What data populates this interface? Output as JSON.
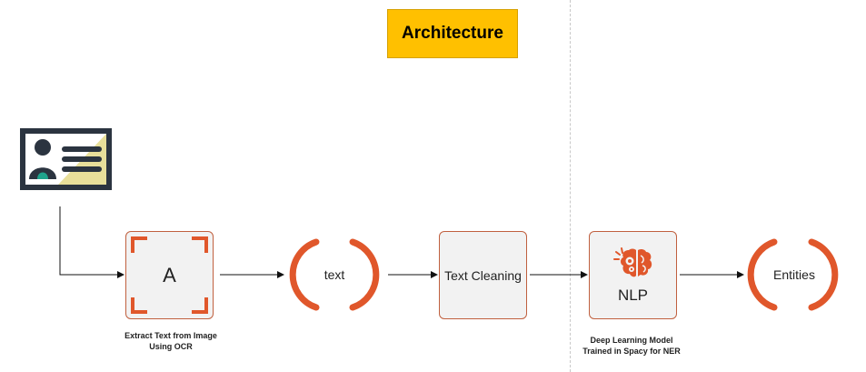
{
  "diagram": {
    "title": "Architecture",
    "nodes": {
      "ocr": {
        "symbol": "A",
        "caption_line1": "Extract Text from Image",
        "caption_line2": "Using OCR"
      },
      "text": {
        "label": "text"
      },
      "cleaning": {
        "label": "Text Cleaning"
      },
      "nlp": {
        "label": "NLP",
        "caption_line1": "Deep Learning Model",
        "caption_line2": "Trained in Spacy for NER"
      },
      "entities": {
        "label": "Entities"
      }
    },
    "edges": [
      [
        "id-card",
        "ocr"
      ],
      [
        "ocr",
        "text"
      ],
      [
        "text",
        "cleaning"
      ],
      [
        "cleaning",
        "nlp"
      ],
      [
        "nlp",
        "entities"
      ]
    ],
    "colors": {
      "title_fill": "#ffc000",
      "accent": "#e0572b",
      "card_dark": "#2b3440",
      "card_yellow": "#e8df9a",
      "card_teal": "#1fa38c"
    },
    "icons": [
      "id-card-icon",
      "scan-frame-icon",
      "brain-gear-icon"
    ]
  }
}
